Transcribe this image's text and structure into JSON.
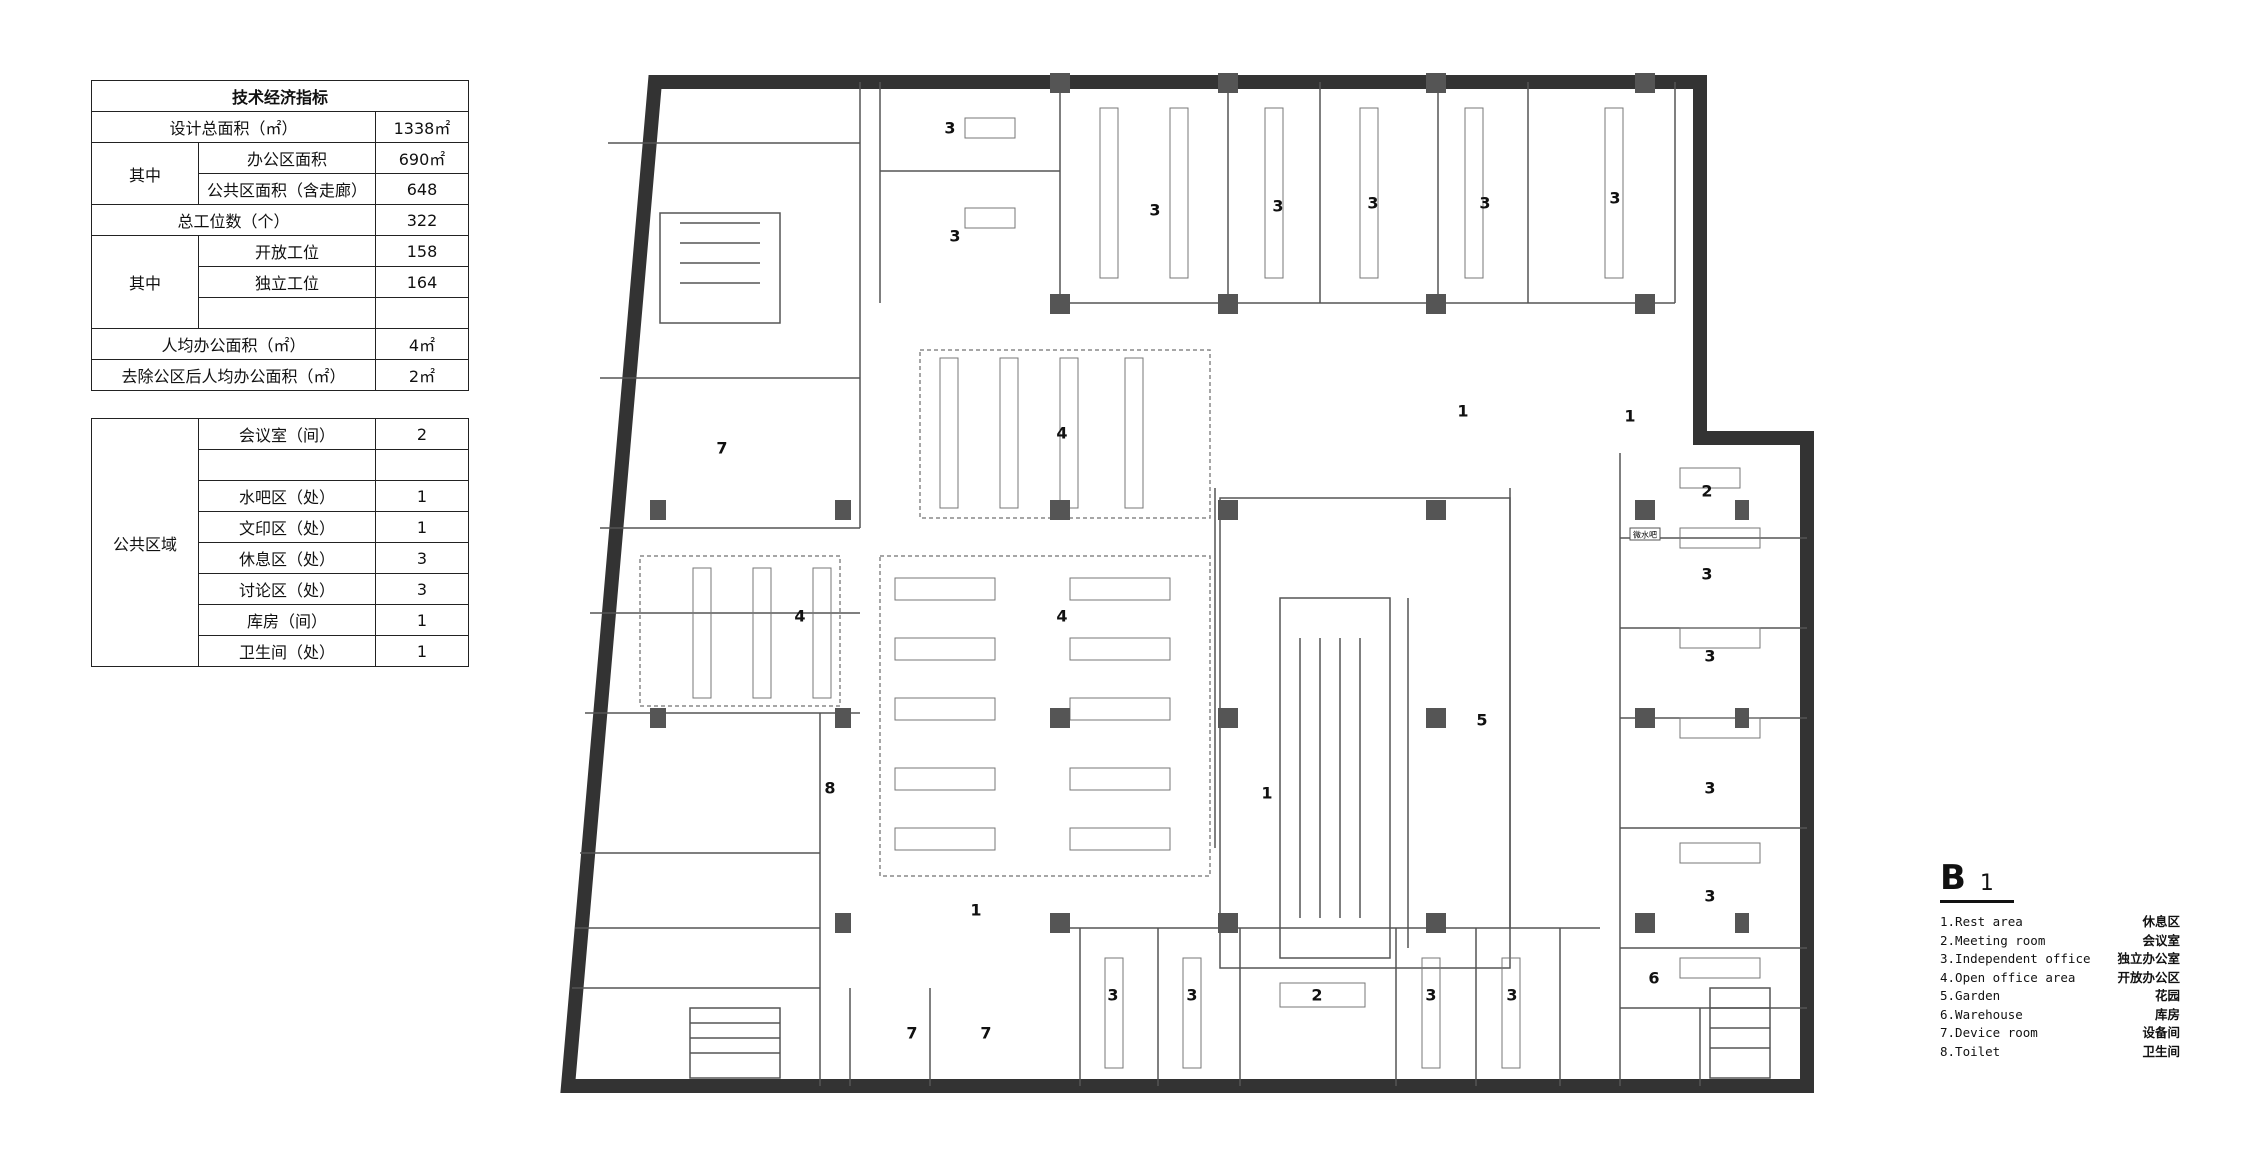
{
  "table1": {
    "title": "技术经济指标",
    "rows": [
      {
        "label": "设计总面积（㎡）",
        "value": "1338㎡"
      },
      {
        "group": "其中",
        "label": "办公区面积",
        "value": "690㎡"
      },
      {
        "label": "公共区面积（含走廊）",
        "value": "648"
      },
      {
        "label": "总工位数（个）",
        "value": "322"
      },
      {
        "group": "其中",
        "label": "开放工位",
        "value": "158"
      },
      {
        "label": "独立工位",
        "value": "164"
      },
      {
        "label": "人均办公面积（㎡）",
        "value": "4㎡"
      },
      {
        "label": "去除公区后人均办公面积（㎡）",
        "value": "2㎡"
      }
    ]
  },
  "table2": {
    "group": "公共区域",
    "rows": [
      {
        "label": "会议室（间）",
        "value": "2"
      },
      {
        "label": "",
        "value": ""
      },
      {
        "label": "水吧区（处）",
        "value": "1"
      },
      {
        "label": "文印区（处）",
        "value": "1"
      },
      {
        "label": "休息区（处）",
        "value": "3"
      },
      {
        "label": "讨论区（处）",
        "value": "3"
      },
      {
        "label": "库房（间）",
        "value": "1"
      },
      {
        "label": "卫生间（处）",
        "value": "1"
      }
    ]
  },
  "plan": {
    "small_sign": "微水吧"
  },
  "legend": {
    "floor": "B",
    "floor_sub": "1",
    "items": [
      {
        "en": "1.Rest area",
        "cn": "休息区"
      },
      {
        "en": "2.Meeting room",
        "cn": "会议室"
      },
      {
        "en": "3.Independent office",
        "cn": "独立办公室"
      },
      {
        "en": "4.Open office area",
        "cn": "开放办公区"
      },
      {
        "en": "5.Garden",
        "cn": "花园"
      },
      {
        "en": "6.Warehouse",
        "cn": "库房"
      },
      {
        "en": "7.Device room",
        "cn": "设备间"
      },
      {
        "en": "8.Toilet",
        "cn": "卫生间"
      }
    ]
  }
}
